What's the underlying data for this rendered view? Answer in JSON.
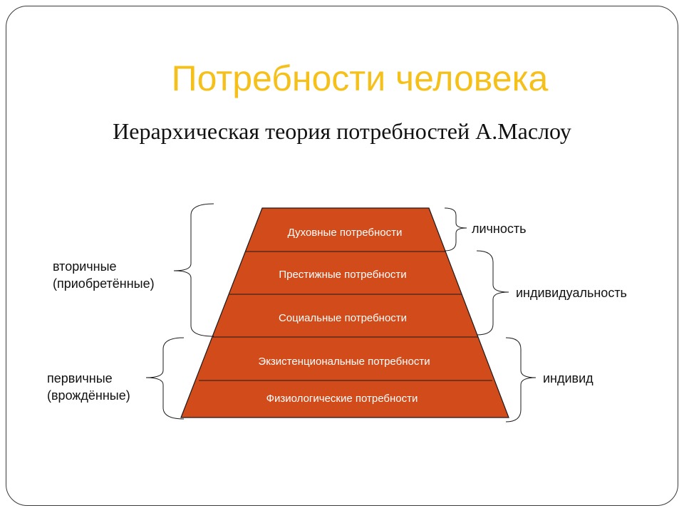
{
  "title": "Потребности человека",
  "subtitle": "Иерархическая теория потребностей А.Маслоу",
  "colors": {
    "title": "#f6c01a",
    "pyramid_fill": "#d24b1a",
    "pyramid_line": "#1a1a1a",
    "level_text": "#ffffff"
  },
  "pyramid": {
    "levels": [
      {
        "label": "Духовные потребности"
      },
      {
        "label": "Престижные потребности"
      },
      {
        "label": "Социальные потребности"
      },
      {
        "label": "Экзистенциональные потребности"
      },
      {
        "label": "Физиологические потребности"
      }
    ]
  },
  "left_groups": {
    "secondary": {
      "line1": "вторичные",
      "line2": "(приобретённые)"
    },
    "primary": {
      "line1": "первичные",
      "line2": "(врождённые)"
    }
  },
  "right_groups": {
    "personality": "личность",
    "individuality": "индивидуальность",
    "individual": "индивид"
  }
}
